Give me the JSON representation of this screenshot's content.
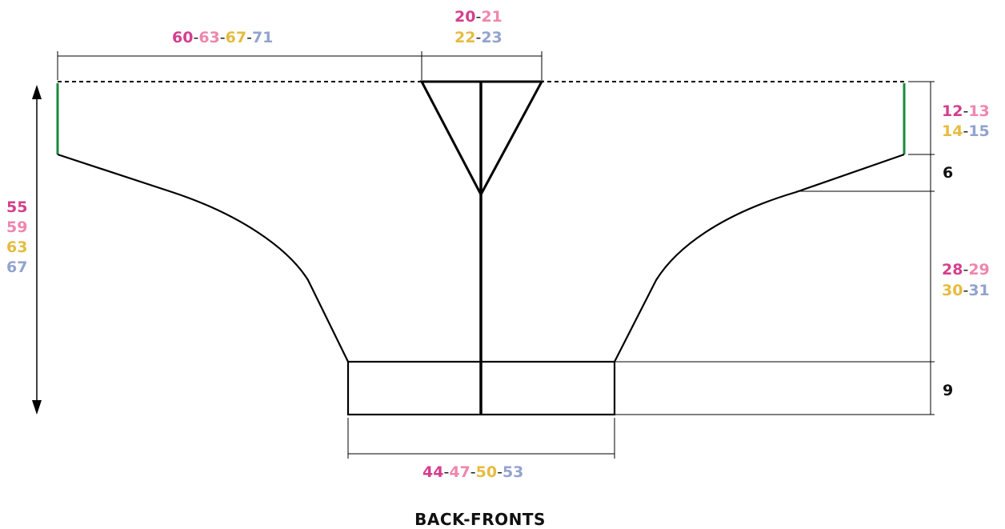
{
  "title": "BACK-FRONTS",
  "colors": {
    "size1": "#d43f8d",
    "size2": "#ef86ad",
    "size3": "#e6bb3f",
    "size4": "#93a3cf",
    "edge": "#1a8a3a"
  },
  "measurements": {
    "top_width": [
      "60",
      "63",
      "67",
      "71"
    ],
    "neck_width": [
      "20",
      "21",
      "22",
      "23"
    ],
    "shoulder_depth": [
      "12",
      "13",
      "14",
      "15"
    ],
    "sleeve_drop": "6",
    "side_depth": [
      "28",
      "29",
      "30",
      "31"
    ],
    "ribbing": "9",
    "total_length": [
      "55",
      "59",
      "63",
      "67"
    ],
    "bottom_width": [
      "44",
      "47",
      "50",
      "53"
    ]
  }
}
